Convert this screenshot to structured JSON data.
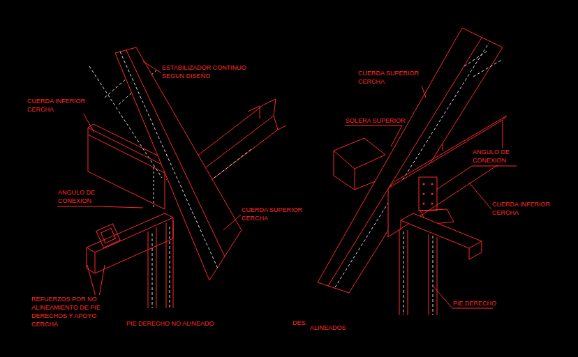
{
  "diagram": {
    "labels": [
      "ESTABILIZADOR CONTINUO SEGUN DISEÑO",
      "CUERDA INFERIOR CERCHA",
      "ANGULO DE CONEXION",
      "CUERDA SUPERIOR CERCHA",
      "REFUERZOS POR NO ALINEAMIENTO DE PIE DERECHOS Y APOYO CERCHA",
      "PIE DERECHO NO ALINEADO",
      "CUERDA SUPERIOR CERCHA",
      "SOLERA SUPERIOR",
      "ANGULO DE CONEXION",
      "CUERDA INFERIOR CERCHA",
      "PIE DERECHO",
      "DES.",
      "ALINEADOS"
    ]
  }
}
